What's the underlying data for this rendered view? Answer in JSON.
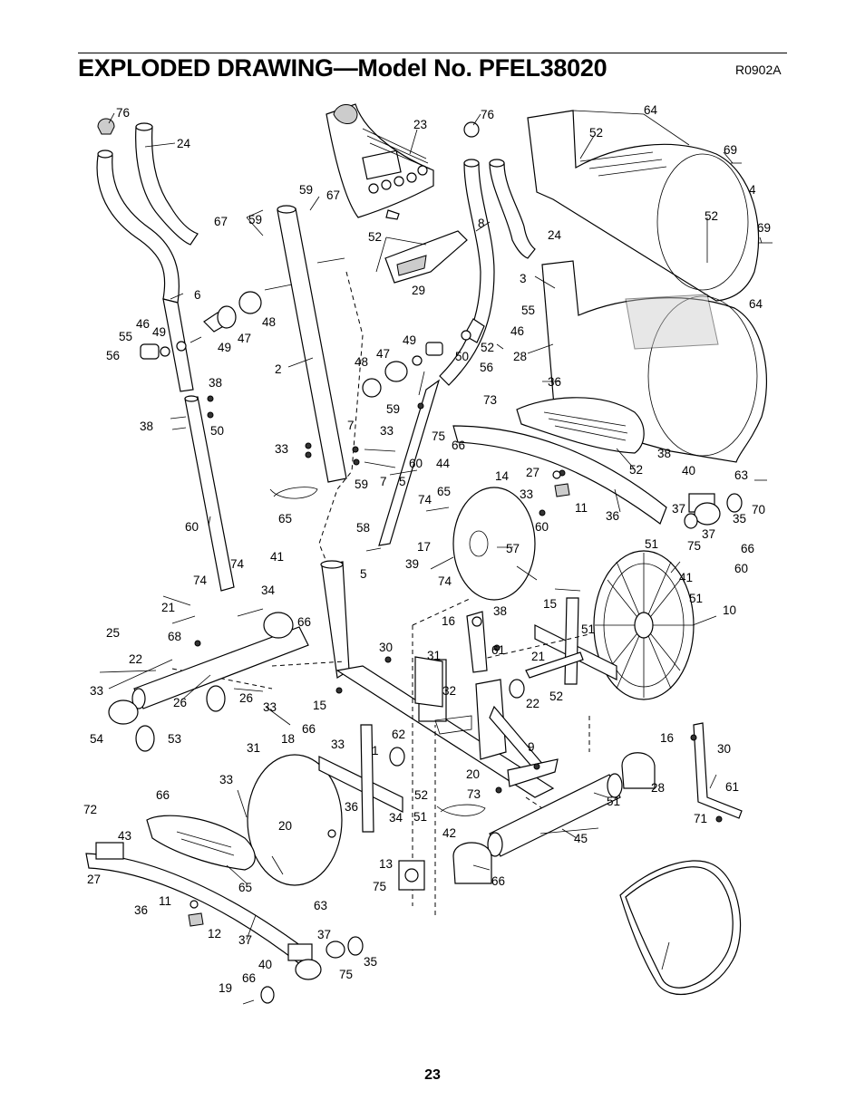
{
  "header": {
    "title": "EXPLODED DRAWING—Model No. PFEL38020",
    "drawing_code": "R0902A"
  },
  "footer": {
    "page_number": "23"
  },
  "callouts": [
    "76",
    "24",
    "23",
    "76",
    "64",
    "52",
    "69",
    "4",
    "52",
    "69",
    "64",
    "59",
    "67",
    "67",
    "59",
    "52",
    "29",
    "8",
    "24",
    "3",
    "6",
    "2",
    "46",
    "49",
    "47",
    "48",
    "55",
    "56",
    "49",
    "48",
    "47",
    "49",
    "50",
    "56",
    "55",
    "46",
    "52",
    "28",
    "36",
    "73",
    "75",
    "66",
    "14",
    "52",
    "38",
    "38",
    "50",
    "38",
    "59",
    "7",
    "33",
    "33",
    "59",
    "7",
    "5",
    "44",
    "65",
    "27",
    "11",
    "36",
    "40",
    "63",
    "37",
    "35",
    "70",
    "37",
    "75",
    "66",
    "60",
    "74",
    "65",
    "33",
    "60",
    "58",
    "17",
    "57",
    "39",
    "74",
    "5",
    "60",
    "60",
    "74",
    "74",
    "41",
    "21",
    "34",
    "66",
    "25",
    "68",
    "38",
    "16",
    "61",
    "15",
    "51",
    "51",
    "51",
    "41",
    "10",
    "22",
    "33",
    "26",
    "26",
    "30",
    "31",
    "32",
    "21",
    "22",
    "52",
    "54",
    "53",
    "33",
    "66",
    "18",
    "15",
    "16",
    "30",
    "31",
    "33",
    "1",
    "62",
    "9",
    "20",
    "52",
    "51",
    "28",
    "61",
    "33",
    "66",
    "36",
    "73",
    "71",
    "72",
    "43",
    "34",
    "51",
    "42",
    "45",
    "20",
    "13",
    "75",
    "66",
    "65",
    "27",
    "36",
    "11",
    "12",
    "63",
    "37",
    "37",
    "35",
    "40",
    "75",
    "66",
    "19"
  ]
}
